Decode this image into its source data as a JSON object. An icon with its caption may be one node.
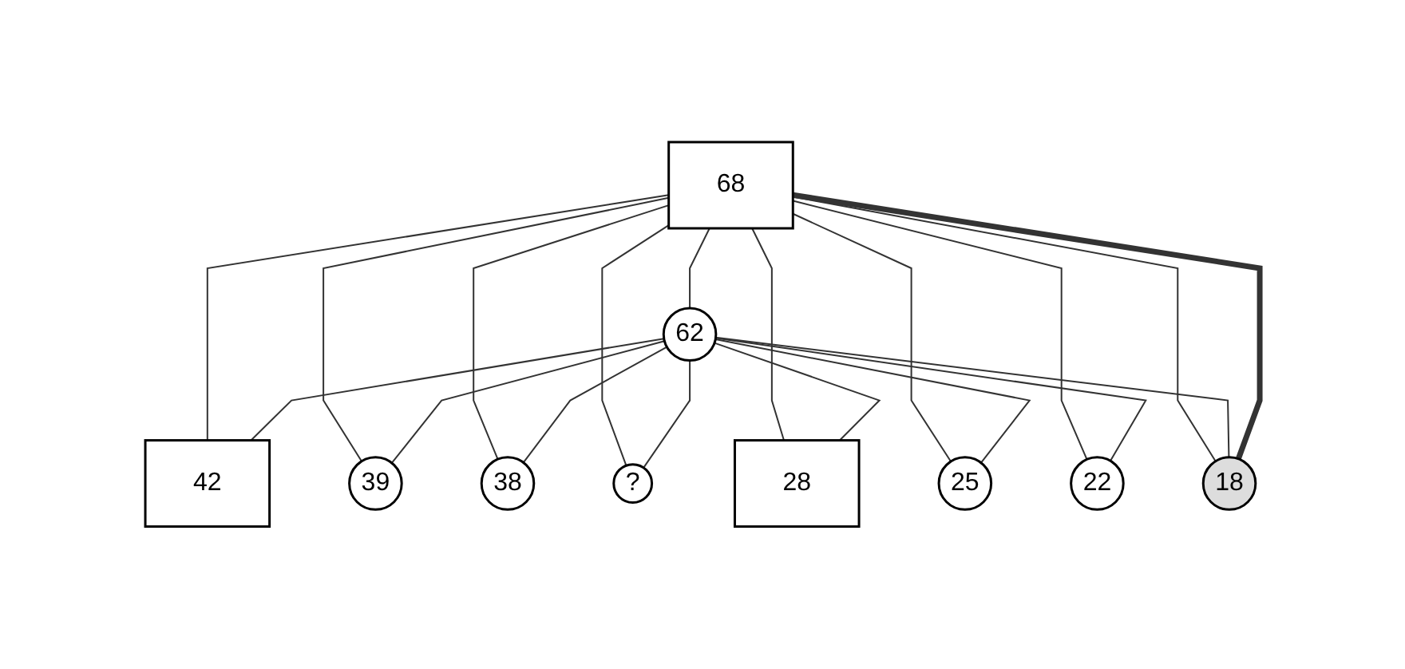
{
  "diagram": {
    "nodes": [
      {
        "text": [
          "68"
        ]
      },
      {
        "text": [
          "62"
        ]
      },
      {
        "text": [
          "42"
        ]
      },
      {
        "text": [
          "39"
        ]
      },
      {
        "text": [
          "38"
        ]
      },
      {
        "text": [
          "?"
        ]
      },
      {
        "text": [
          "28"
        ]
      },
      {
        "text": [
          "25"
        ]
      },
      {
        "text": [
          "22"
        ]
      },
      {
        "text": [
          "18"
        ]
      }
    ],
    "edges": [
      {
        "from": 0,
        "to": 1,
        "arrow": "none"
      },
      {
        "from": 0,
        "to": 2,
        "arrow": "none"
      },
      {
        "from": 1,
        "to": 2,
        "arrow": "none"
      },
      {
        "from": 0,
        "to": 3,
        "arrow": "none"
      },
      {
        "from": 1,
        "to": 3,
        "arrow": "none"
      },
      {
        "from": 0,
        "to": 4,
        "arrow": "none"
      },
      {
        "from": 1,
        "to": 4,
        "arrow": "none"
      },
      {
        "from": 0,
        "to": 5,
        "arrow": "none"
      },
      {
        "from": 1,
        "to": 5,
        "arrow": "none"
      },
      {
        "from": 0,
        "to": 6,
        "arrow": "none"
      },
      {
        "from": 1,
        "to": 6,
        "arrow": "none"
      },
      {
        "from": 0,
        "to": 7,
        "arrow": "none"
      },
      {
        "from": 1,
        "to": 7,
        "arrow": "none"
      },
      {
        "from": 0,
        "to": 8,
        "arrow": "none"
      },
      {
        "from": 1,
        "to": 8,
        "arrow": "none"
      },
      {
        "from": 0,
        "to": 9,
        "arrow": "none"
      },
      {
        "from": 1,
        "to": 9,
        "arrow": "none"
      },
      {
        "from": 0,
        "to": 9,
        "arrow": "none",
        "style": "thick"
      }
    ]
  }
}
